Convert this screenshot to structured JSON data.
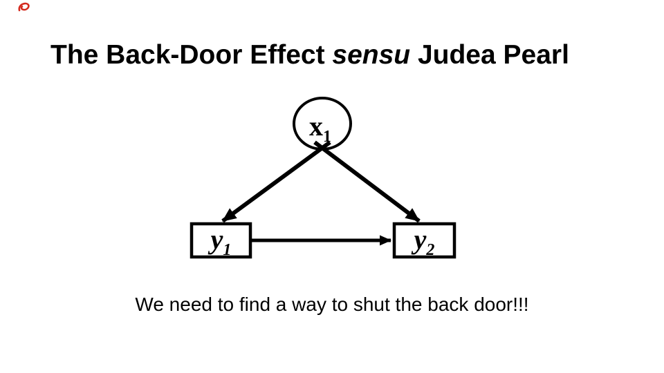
{
  "slide": {
    "title": {
      "text_before": "The Back-Door Effect ",
      "text_italic": "sensu",
      "text_after": " Judea Pearl"
    },
    "caption": "We need to find a way to shut the back door!!!",
    "annotation": {
      "name": "red-pen-mark",
      "color": "#d42a1e"
    },
    "diagram": {
      "stroke_color": "#000000",
      "fill_color": "#ffffff",
      "nodes": {
        "x1": {
          "shape": "ellipse",
          "base": "x",
          "sub": "1"
        },
        "y1": {
          "shape": "rect",
          "base": "y",
          "sub": "1"
        },
        "y2": {
          "shape": "rect",
          "base": "y",
          "sub": "2"
        }
      },
      "edges": [
        {
          "from": "x1",
          "to": "y1",
          "directed": true
        },
        {
          "from": "x1",
          "to": "y2",
          "directed": true
        },
        {
          "from": "y1",
          "to": "y2",
          "directed": true
        }
      ]
    }
  }
}
